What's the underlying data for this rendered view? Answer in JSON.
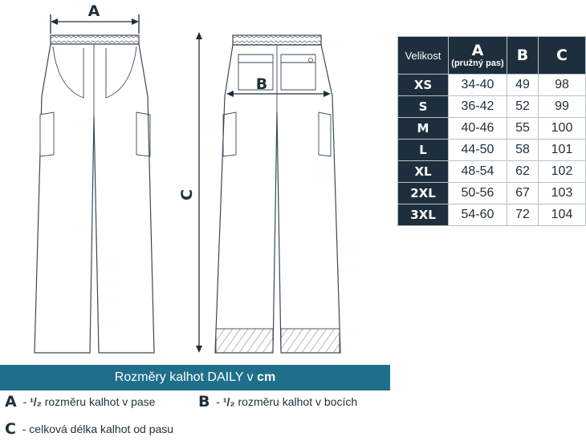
{
  "dimensions": {
    "a_label": "A",
    "b_label": "B",
    "c_label": "C"
  },
  "table": {
    "size_header": "Velikost",
    "col_a_header": "A",
    "col_a_sub": "(pružný pas)",
    "col_b_header": "B",
    "col_c_header": "C",
    "rows": [
      {
        "size": "XS",
        "a": "34-40",
        "b": "49",
        "c": "98"
      },
      {
        "size": "S",
        "a": "36-42",
        "b": "52",
        "c": "99"
      },
      {
        "size": "M",
        "a": "40-46",
        "b": "55",
        "c": "100"
      },
      {
        "size": "L",
        "a": "44-50",
        "b": "58",
        "c": "101"
      },
      {
        "size": "XL",
        "a": "48-54",
        "b": "62",
        "c": "102"
      },
      {
        "size": "2XL",
        "a": "50-56",
        "b": "67",
        "c": "103"
      },
      {
        "size": "3XL",
        "a": "54-60",
        "b": "72",
        "c": "104"
      }
    ]
  },
  "caption": {
    "text": "Rozměry kalhot DAILY v",
    "unit": "cm"
  },
  "legend": {
    "a_key": "A",
    "a_fraction": "¹/₂",
    "a_text": "rozměru kalhot v pase",
    "b_key": "B",
    "b_fraction": "¹/₂",
    "b_text": "rozměru kalhot v bocích",
    "c_key": "C",
    "c_text": "celková délka kalhot od pasu",
    "dash": "-"
  },
  "colors": {
    "navy": "#1d2f3c",
    "teal": "#1f6f8b",
    "line": "#2a3a44"
  }
}
